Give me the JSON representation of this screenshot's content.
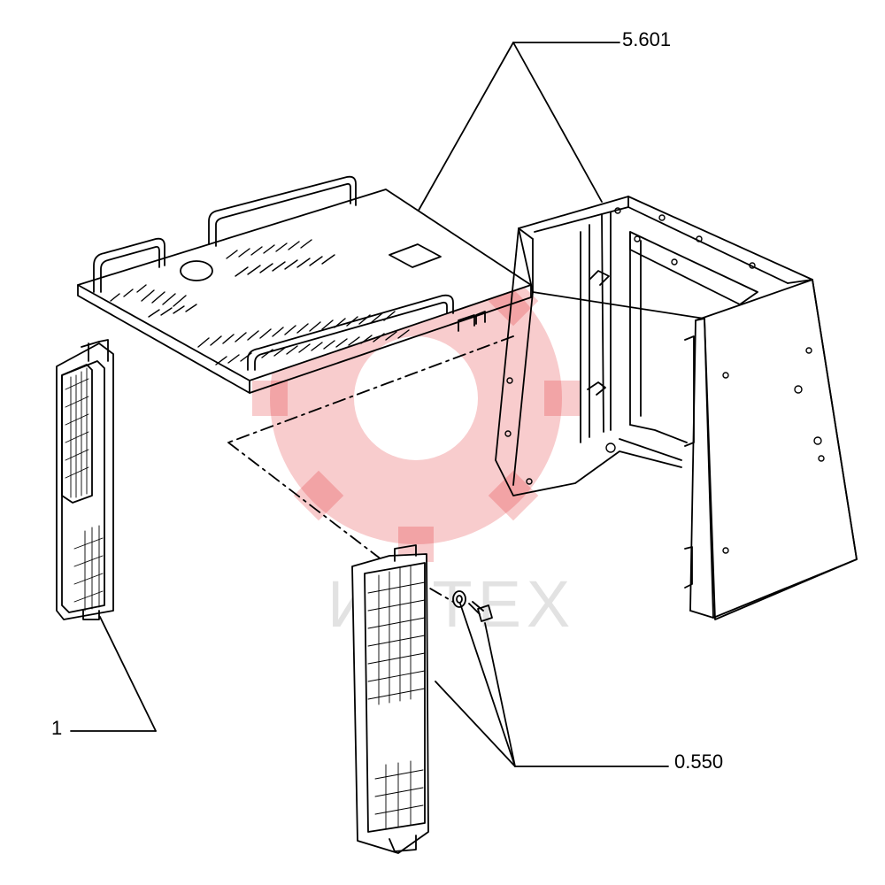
{
  "diagram": {
    "callouts": {
      "cover_label": "5.601",
      "grille_left_label": "1",
      "fastener_label": "0.550"
    },
    "watermark": {
      "text": "ИПТЕХ",
      "color": "#e0161b"
    },
    "colors": {
      "line": "#000000",
      "background": "#ffffff"
    }
  }
}
